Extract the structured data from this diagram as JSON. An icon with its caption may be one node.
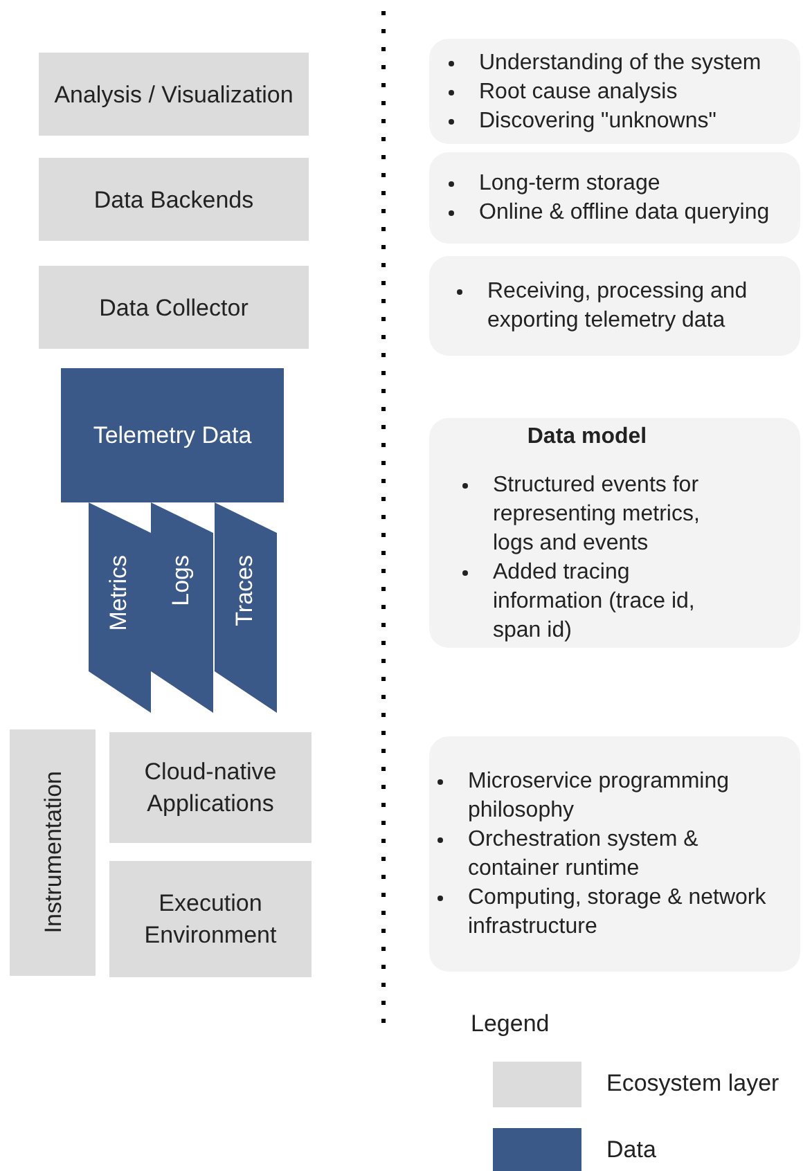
{
  "diagram": {
    "nodes": [
      {
        "text": [
          "Analysis / Visualization"
        ]
      },
      {
        "text": [
          "Data Backends"
        ]
      },
      {
        "text": [
          "Data Collector"
        ]
      },
      {
        "text": [
          "Telemetry Data"
        ]
      },
      {
        "text": [
          "Metrics"
        ]
      },
      {
        "text": [
          "Logs"
        ]
      },
      {
        "text": [
          "Traces"
        ]
      },
      {
        "text": [
          "Instrumentation"
        ]
      },
      {
        "text": [
          "Cloud-native Applications"
        ]
      },
      {
        "text": [
          "Execution Environment"
        ]
      },
      {
        "text": [
          "Understanding of the system",
          "Root cause analysis",
          "Discovering \"unknowns\""
        ]
      },
      {
        "text": [
          "Long-term storage",
          "Online & offline data querying"
        ]
      },
      {
        "text": [
          "Receiving, processing and exporting telemetry data"
        ]
      },
      {
        "text": [
          "Data model",
          "Structured events for representing metrics, logs and events",
          "Added tracing information (trace id, span id)"
        ]
      },
      {
        "text": [
          "Microservice programming philosophy",
          "Orchestration system & container runtime",
          "Computing, storage & network infrastructure"
        ]
      }
    ],
    "labels": [
      "Legend"
    ],
    "legend": [
      {
        "text": "Ecosystem layer",
        "color": "#dcdcdc"
      },
      {
        "text": "Data",
        "color": "#3a5888"
      }
    ]
  }
}
